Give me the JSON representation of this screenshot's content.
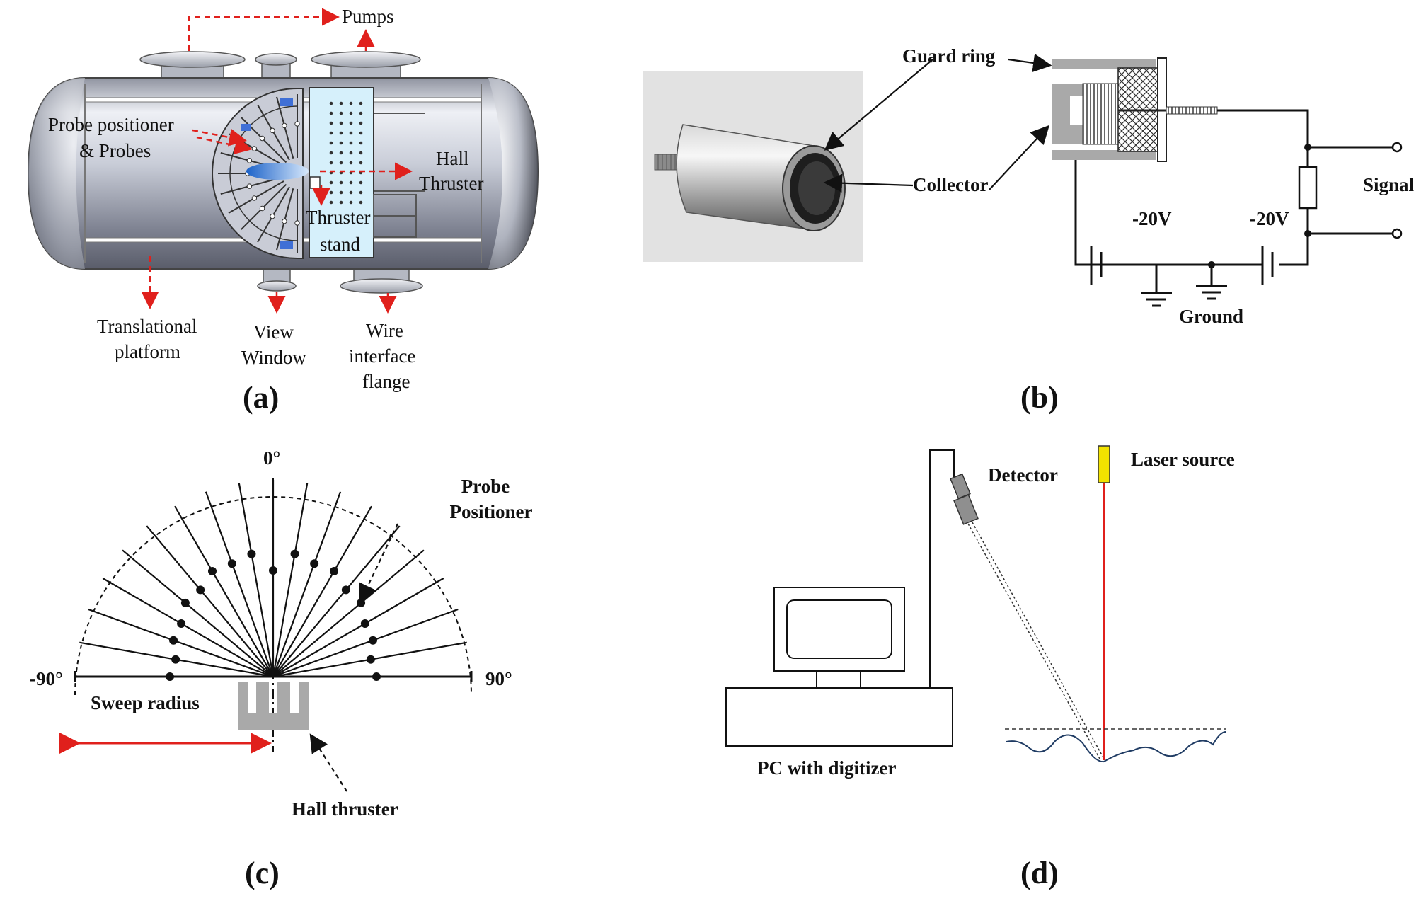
{
  "panel_a": {
    "caption": "(a)",
    "pumps": "Pumps",
    "probe_positioner_line1": "Probe positioner",
    "probe_positioner_line2": "& Probes",
    "hall_line1": "Hall",
    "hall_line2": "Thruster",
    "thruster_stand_line1": "Thruster",
    "thruster_stand_line2": "stand",
    "translational_line1": "Translational",
    "translational_line2": "platform",
    "view_line1": "View",
    "view_line2": "Window",
    "wire_line1": "Wire",
    "wire_line2": "interface",
    "wire_line3": "flange"
  },
  "panel_b": {
    "caption": "(b)",
    "guard_ring": "Guard ring",
    "collector": "Collector",
    "voltage_left": "-20V",
    "voltage_right": "-20V",
    "signal": "Signal",
    "ground": "Ground"
  },
  "panel_c": {
    "caption": "(c)",
    "angle_top": "0°",
    "angle_left": "-90°",
    "angle_right": "90°",
    "probe_line1": "Probe",
    "probe_line2": "Positioner",
    "sweep_radius": "Sweep radius",
    "hall_thruster": "Hall thruster"
  },
  "panel_d": {
    "caption": "(d)",
    "detector": "Detector",
    "laser_source": "Laser source",
    "pc": "PC with digitizer"
  },
  "colors": {
    "dashed_arrow": "#e0201c",
    "laser": "#e0201c",
    "laser_source": "#f2e200",
    "thruster_grey": "#a9a9a9",
    "surface": "#1f3b63"
  }
}
